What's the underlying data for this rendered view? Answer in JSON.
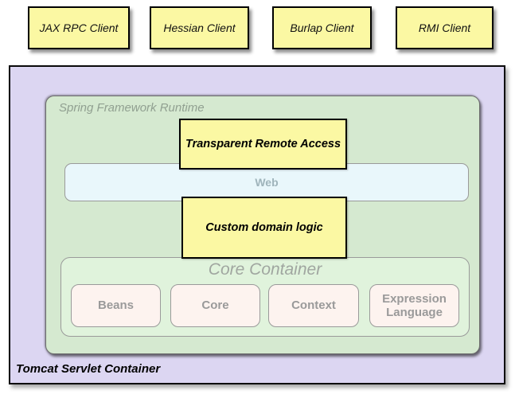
{
  "clients": [
    {
      "label": "JAX RPC Client"
    },
    {
      "label": "Hessian Client"
    },
    {
      "label": "Burlap Client"
    },
    {
      "label": "RMI Client"
    }
  ],
  "tomcat": {
    "label": "Tomcat Servlet Container"
  },
  "spring_runtime": {
    "label": "Spring Framework Runtime"
  },
  "remote_access": {
    "label": "Transparent Remote Access"
  },
  "web": {
    "label": "Web"
  },
  "domain_logic": {
    "label": "Custom domain logic"
  },
  "core_container": {
    "label": "Core Container",
    "modules": [
      {
        "label": "Beans"
      },
      {
        "label": "Core"
      },
      {
        "label": "Context"
      },
      {
        "label": "Expression Language"
      }
    ]
  },
  "colors": {
    "yellow": "#fbf8a3",
    "lavender": "#dcd6f2",
    "green": "#d5e9d0",
    "light-green": "#e0f3dc",
    "cyan": "#e9f7fb",
    "pink": "#fdf3ef",
    "gray-label": "#9a9a9a",
    "ink": "#000000"
  }
}
